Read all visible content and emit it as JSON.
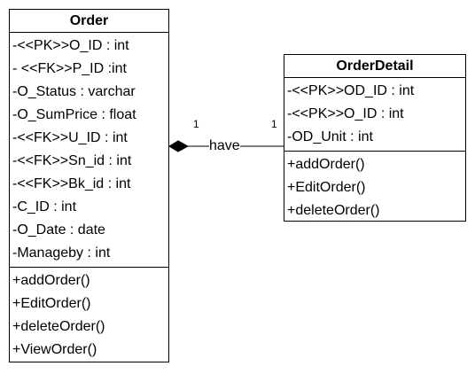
{
  "classes": {
    "order": {
      "name": "Order",
      "attributes": [
        "-<<PK>>O_ID : int",
        "- <<FK>>P_ID :int",
        "-O_Status : varchar",
        "-O_SumPrice : float",
        "-<<FK>>U_ID : int",
        "-<<FK>>Sn_id : int",
        "-<<FK>>Bk_id : int",
        "-C_ID : int",
        "-O_Date : date",
        "-Manageby : int"
      ],
      "methods": [
        "+addOrder()",
        "+EditOrder()",
        "+deleteOrder()",
        "+ViewOrder()"
      ]
    },
    "order_detail": {
      "name": "OrderDetail",
      "attributes": [
        "-<<PK>>OD_ID : int",
        "-<<PK>>O_ID : int",
        "-OD_Unit : int"
      ],
      "methods": [
        "+addOrder()",
        "+EditOrder()",
        "+deleteOrder()"
      ]
    }
  },
  "relationship": {
    "type": "composition",
    "label": "have",
    "source_multiplicity": "1",
    "target_multiplicity": "1"
  }
}
